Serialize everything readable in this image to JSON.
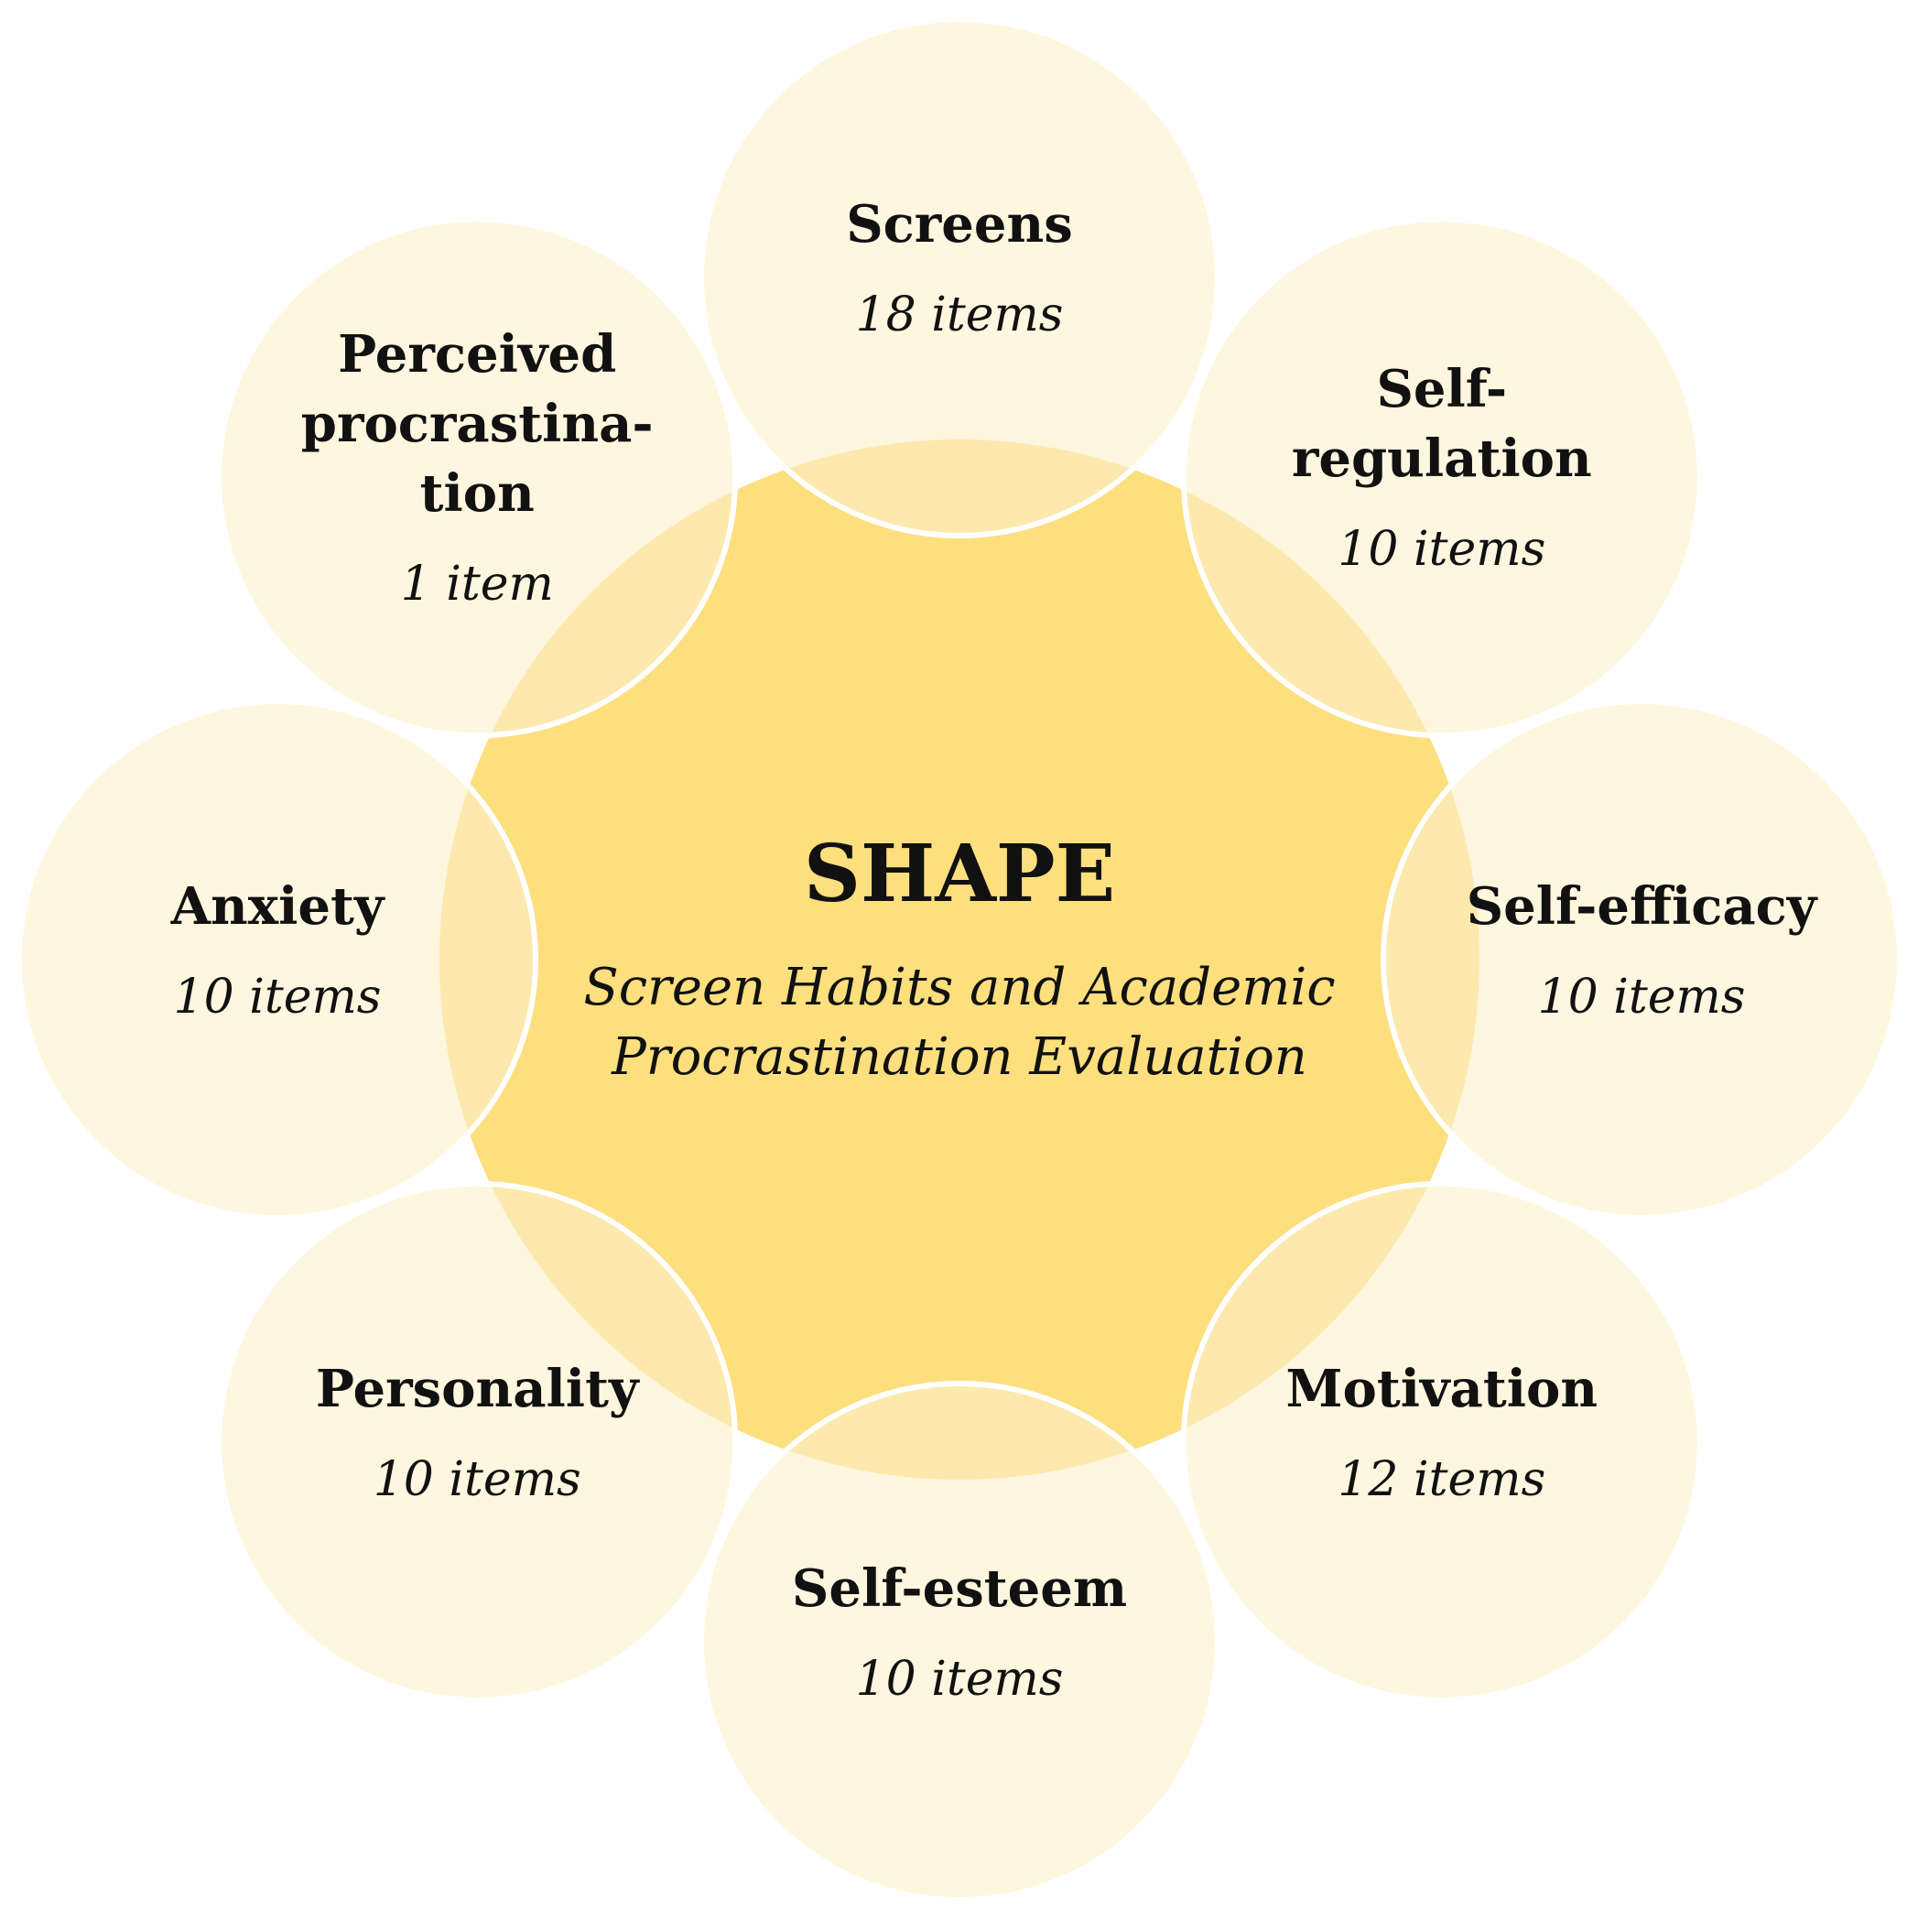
{
  "colors": {
    "center_fill": "#FDDF7E",
    "outer_fill": "#FEF6DF",
    "overlap_fill": "#FDE9AE",
    "outline": "#FFFFFF",
    "text": "#111111"
  },
  "center": {
    "title": "SHAPE",
    "subtitle_line1": "Screen Habits and Academic",
    "subtitle_line2": "Procrastination Evaluation"
  },
  "domains": [
    {
      "title_lines": [
        "Screens"
      ],
      "count": "18 items"
    },
    {
      "title_lines": [
        "Self-",
        "regulation"
      ],
      "count": "10 items"
    },
    {
      "title_lines": [
        "Self-efficacy"
      ],
      "count": "10 items"
    },
    {
      "title_lines": [
        "Motivation"
      ],
      "count": "12 items"
    },
    {
      "title_lines": [
        "Self-esteem"
      ],
      "count": "10 items"
    },
    {
      "title_lines": [
        "Personality"
      ],
      "count": "10 items"
    },
    {
      "title_lines": [
        "Anxiety"
      ],
      "count": "10 items"
    },
    {
      "title_lines": [
        "Perceived",
        "procrastina-",
        "tion"
      ],
      "count": "1 item"
    }
  ]
}
